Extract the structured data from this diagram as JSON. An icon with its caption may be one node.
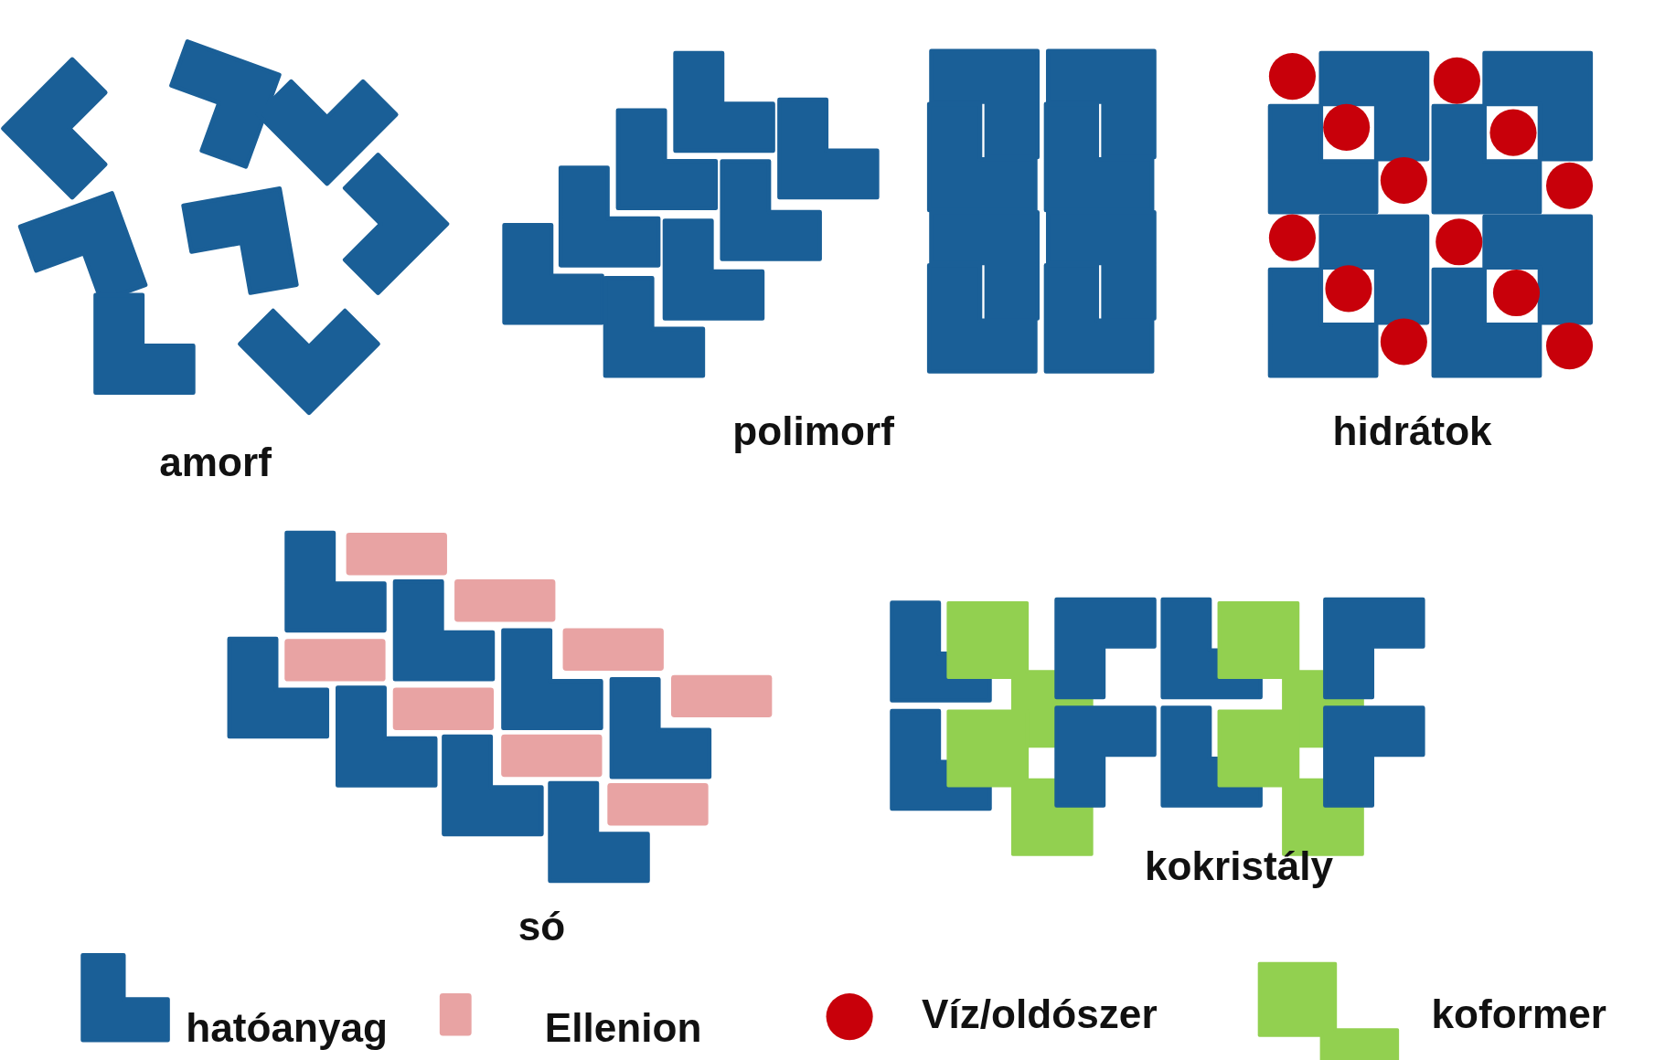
{
  "diagram": {
    "labels": [
      "amorf",
      "polimorf",
      "hidrátok",
      "só",
      "kokristály"
    ],
    "legend": [
      {
        "text": "hatóanyag",
        "color": "#1a5f97"
      },
      {
        "text": "Ellenion",
        "color": "#e8a3a3"
      },
      {
        "text": "Víz/oldószer",
        "color": "#c8000a"
      },
      {
        "text": "koformer",
        "color": "#92d050"
      }
    ]
  }
}
